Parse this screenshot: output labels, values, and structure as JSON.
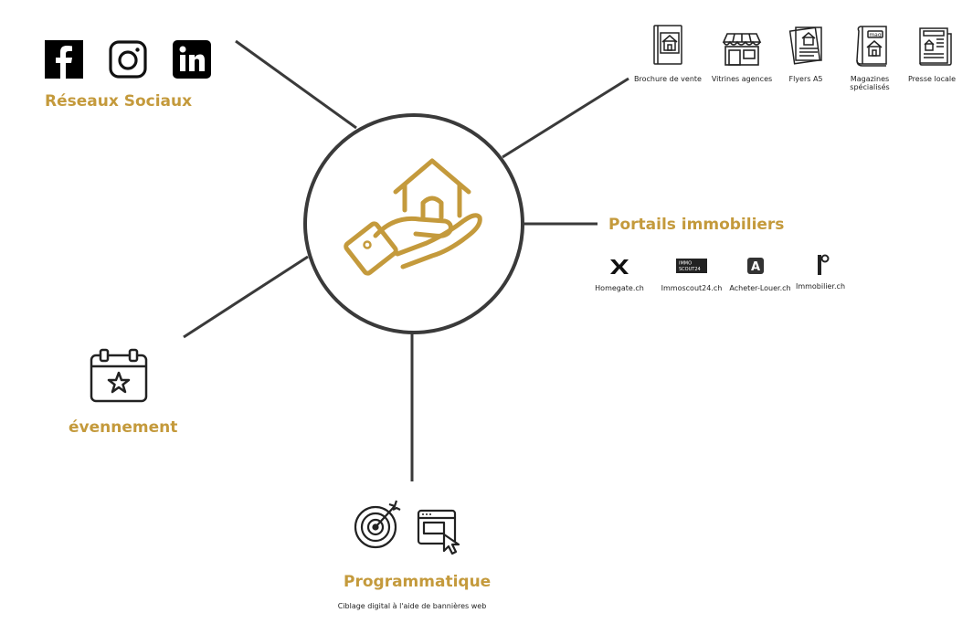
{
  "social": {
    "title": "Réseaux Sociaux",
    "icons": [
      "facebook-icon",
      "instagram-icon",
      "linkedin-icon"
    ]
  },
  "print": {
    "items": [
      {
        "label": "Brochure de vente",
        "icon": "brochure-icon"
      },
      {
        "label": "Vitrines agences",
        "icon": "storefront-icon"
      },
      {
        "label": "Flyers A5",
        "icon": "flyers-icon"
      },
      {
        "label": "Magazines",
        "label2": "spécialisés",
        "icon": "magazine-icon",
        "badge": "mag"
      },
      {
        "label": "Presse locale",
        "icon": "newspaper-icon"
      }
    ]
  },
  "portails": {
    "title": "Portails immobiliers",
    "items": [
      {
        "label": "Homegate.ch",
        "icon": "homegate-logo-icon"
      },
      {
        "label": "Immoscout24.ch",
        "icon": "immoscout-logo-icon",
        "logo_line1": "IMMO",
        "logo_line2": "SCOUT24"
      },
      {
        "label": "Acheter-Louer.ch",
        "icon": "acheter-louer-logo-icon",
        "logo_letter": "A"
      },
      {
        "label": "Immobilier.ch",
        "icon": "immobilier-logo-icon"
      }
    ]
  },
  "evenement": {
    "title": "évennement",
    "icon": "calendar-star-icon"
  },
  "programmatique": {
    "title": "Programmatique",
    "subtitle": "Ciblage digital à l'aide de bannières web",
    "icons": [
      "target-icon",
      "browser-cursor-icon"
    ]
  },
  "center": {
    "icon": "hand-house-icon"
  },
  "colors": {
    "gold": "#c49a3c",
    "line": "#3a3a3a"
  }
}
